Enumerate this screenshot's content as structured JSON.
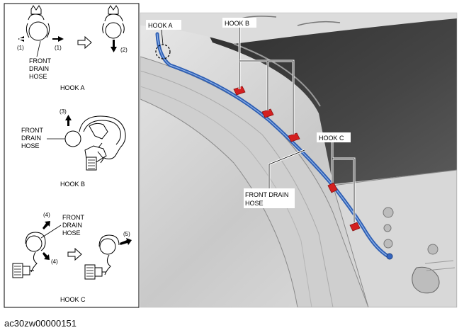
{
  "left_panel": {
    "hook_a": {
      "title": "HOOK A",
      "step_1_left": "(1)",
      "step_1_right": "(1)",
      "step_2": "(2)",
      "hose_label": [
        "FRONT",
        "DRAIN",
        "HOSE"
      ]
    },
    "hook_b": {
      "title": "HOOK B",
      "step_3": "(3)",
      "hose_label": [
        "FRONT",
        "DRAIN",
        "HOSE"
      ]
    },
    "hook_c": {
      "title": "HOOK C",
      "step_4_top": "(4)",
      "step_4_bottom": "(4)",
      "step_5": "(5)",
      "hose_label": [
        "FRONT",
        "DRAIN",
        "HOSE"
      ]
    }
  },
  "photo": {
    "callouts": {
      "hook_a": "HOOK A",
      "hook_b": "HOOK B",
      "hook_c": "HOOK C",
      "front_drain_hose": [
        "FRONT DRAIN",
        "HOSE"
      ]
    },
    "colors": {
      "hose": "#2f5fb3",
      "clip": "#d42020",
      "panel": "#d6d6d6",
      "dark_cavity": "#3a3a3a"
    }
  },
  "caption": "ac30zw00000151"
}
